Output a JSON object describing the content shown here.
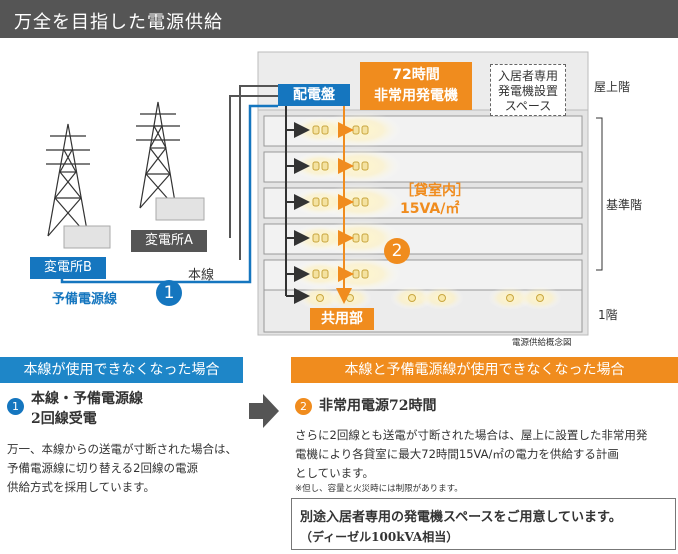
{
  "header": {
    "title": "万全を目指した電源供給"
  },
  "diagram": {
    "substation_a": "変電所A",
    "substation_b": "変電所B",
    "main_line": "本線",
    "backup_line": "予備電源線",
    "distribution_board": "配電盤",
    "generator_hours": "72時間",
    "generator_label": "非常用発電機",
    "tenant_space": [
      "入居者専用",
      "発電機設置",
      "スペース"
    ],
    "rooftop": "屋上階",
    "standard_floor": "基準階",
    "first_floor": "1階",
    "unit_interior": "［貸室内］",
    "unit_capacity": "15VA/㎡",
    "common_area": "共用部",
    "circle_1": "1",
    "circle_2": "2",
    "caption": "電源供給概念図"
  },
  "left_section": {
    "heading": "本線が使用できなくなった場合",
    "num": "1",
    "title_line1": "本線・予備電源線",
    "title_line2": "2回線受電",
    "body": [
      "万一、本線からの送電が寸断された場合は、",
      "予備電源線に切り替える2回線の電源",
      "供給方式を採用しています。"
    ]
  },
  "right_section": {
    "heading": "本線と予備電源線が使用できなくなった場合",
    "num": "2",
    "title": "非常用電源72時間",
    "body": [
      "さらに2回線とも送電が寸断された場合は、屋上に設置した非常用発",
      "電機により各貸室に最大72時間15VA/㎡の電力を供給する計画",
      "としています。"
    ],
    "note": "※但し、容量と火災時には制限があります。",
    "box_line1": "別途入居者専用の発電機スペースをご用意しています。",
    "box_line2": "（ディーゼル100kVA相当）"
  },
  "colors": {
    "blue": "#1576bf",
    "orange": "#f08c1e",
    "dark_gray": "#555555"
  }
}
